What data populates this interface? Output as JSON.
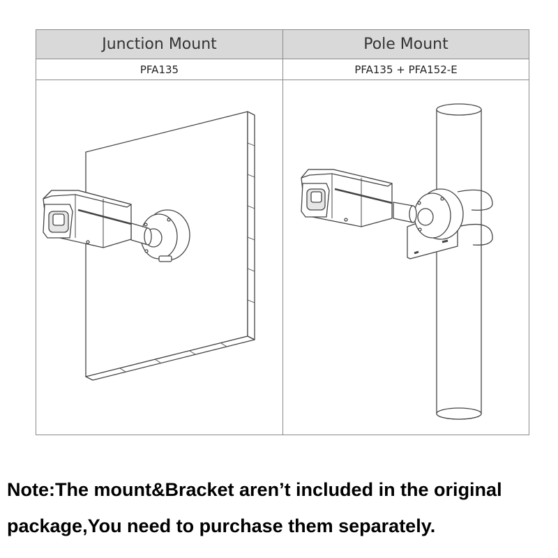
{
  "table": {
    "columns": [
      {
        "title": "Junction Mount",
        "part": "PFA135"
      },
      {
        "title": "Pole Mount",
        "part": "PFA135 + PFA152-E"
      }
    ]
  },
  "note": {
    "line1": "Note:The mount&Bracket aren’t included in the original",
    "line2": "package,You need to purchase them separately."
  }
}
